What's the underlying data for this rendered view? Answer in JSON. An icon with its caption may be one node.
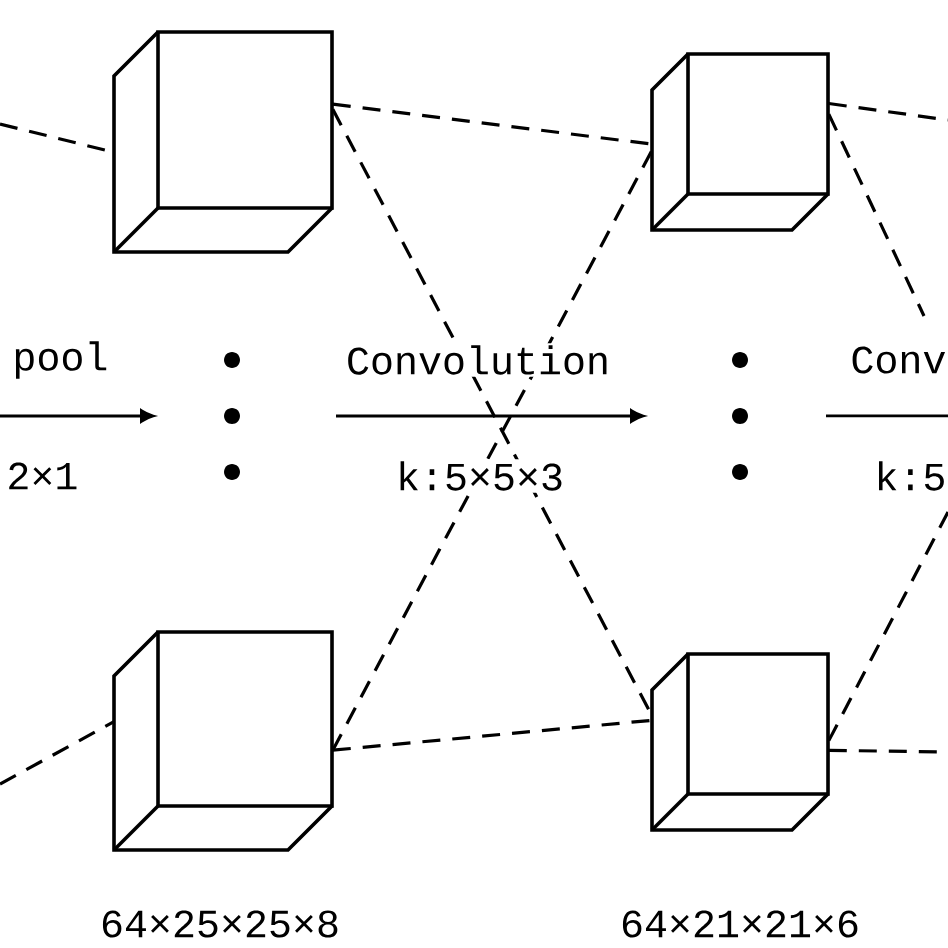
{
  "diagram": {
    "nodes": [
      {
        "text": [],
        "shape": "cube"
      },
      {
        "text": [],
        "shape": "cube",
        "beside": [
          "64×25×25×8"
        ]
      },
      {
        "text": [],
        "shape": "cube"
      },
      {
        "text": [],
        "shape": "cube",
        "beside": [
          "64×21×21×6"
        ]
      }
    ],
    "edges": [
      {
        "from": null,
        "to": 0,
        "arrow": "none",
        "style": "dashed"
      },
      {
        "from": null,
        "to": 1,
        "arrow": "none",
        "style": "dashed"
      },
      {
        "from": 0,
        "to": 2,
        "arrow": "none",
        "style": "dashed"
      },
      {
        "from": 0,
        "to": 3,
        "arrow": "none",
        "style": "dashed"
      },
      {
        "from": 1,
        "to": 2,
        "arrow": "none",
        "style": "dashed"
      },
      {
        "from": 1,
        "to": 3,
        "arrow": "none",
        "style": "dashed"
      },
      {
        "from": 2,
        "to": null,
        "arrow": "none",
        "style": "dashed"
      },
      {
        "from": 2,
        "to": null,
        "arrow": "none",
        "style": "dashed"
      },
      {
        "from": 3,
        "to": null,
        "arrow": "none",
        "style": "dashed"
      },
      {
        "from": 3,
        "to": null,
        "arrow": "none",
        "style": "dashed"
      }
    ],
    "labels": [
      "pool",
      "Convolution",
      "Conv",
      "2×1",
      "k:5×5×3",
      "k:5"
    ]
  }
}
